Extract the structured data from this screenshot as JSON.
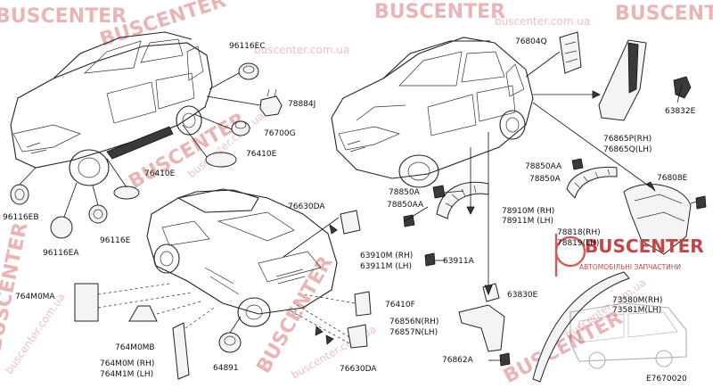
{
  "labels": {
    "l96116EC": "96116EC",
    "l78884J": "78884J",
    "l76700G": "76700G",
    "l76410E": "76410E",
    "l76410E_b": "76410E",
    "l96116EB": "96116EB",
    "l96116EA": "96116EA",
    "l96116E": "96116E",
    "l76804Q": "76804Q",
    "l63832E": "63832E",
    "l76865P": "76865P(RH)",
    "l76865Q": "76865Q(LH)",
    "l78850AA_top": "78850AA",
    "l78850A_top": "78850A",
    "l76808E": "76808E",
    "l78850A": "78850A",
    "l78850AA": "78850AA",
    "l78910M": "78910M (RH)",
    "l78911M": "78911M (LH)",
    "l78818": "78818(RH)",
    "l78819": "78819(LH)",
    "l63910M": "63910M (RH)",
    "l63911M": "63911M (LH)",
    "l63911A": "63911A",
    "l76630DA_top": "76630DA",
    "l764M0MA": "764M0MA",
    "l764M0MB": "764M0MB",
    "l764M0M": "764M0M (RH)",
    "l764M1M": "764M1M (LH)",
    "l64891": "64891",
    "l76410F": "76410F",
    "l76630DA_bottom": "76630DA",
    "l63830E": "63830E",
    "l76856N": "76856N(RH)",
    "l76857N": "76857N(LH)",
    "l76862A": "76862A",
    "l73580M": "73580M(RH)",
    "l73581M": "73581M(LH)",
    "l_code": "E7670020"
  },
  "watermark": {
    "brand": "BUSCENTER",
    "url": "buscenter.com.ua",
    "logo_main": "BUSCENTER",
    "logo_sub": "АВТОМОБІЛЬНІ ЗАПЧАСТИНИ",
    "color": "#d35a5a"
  }
}
